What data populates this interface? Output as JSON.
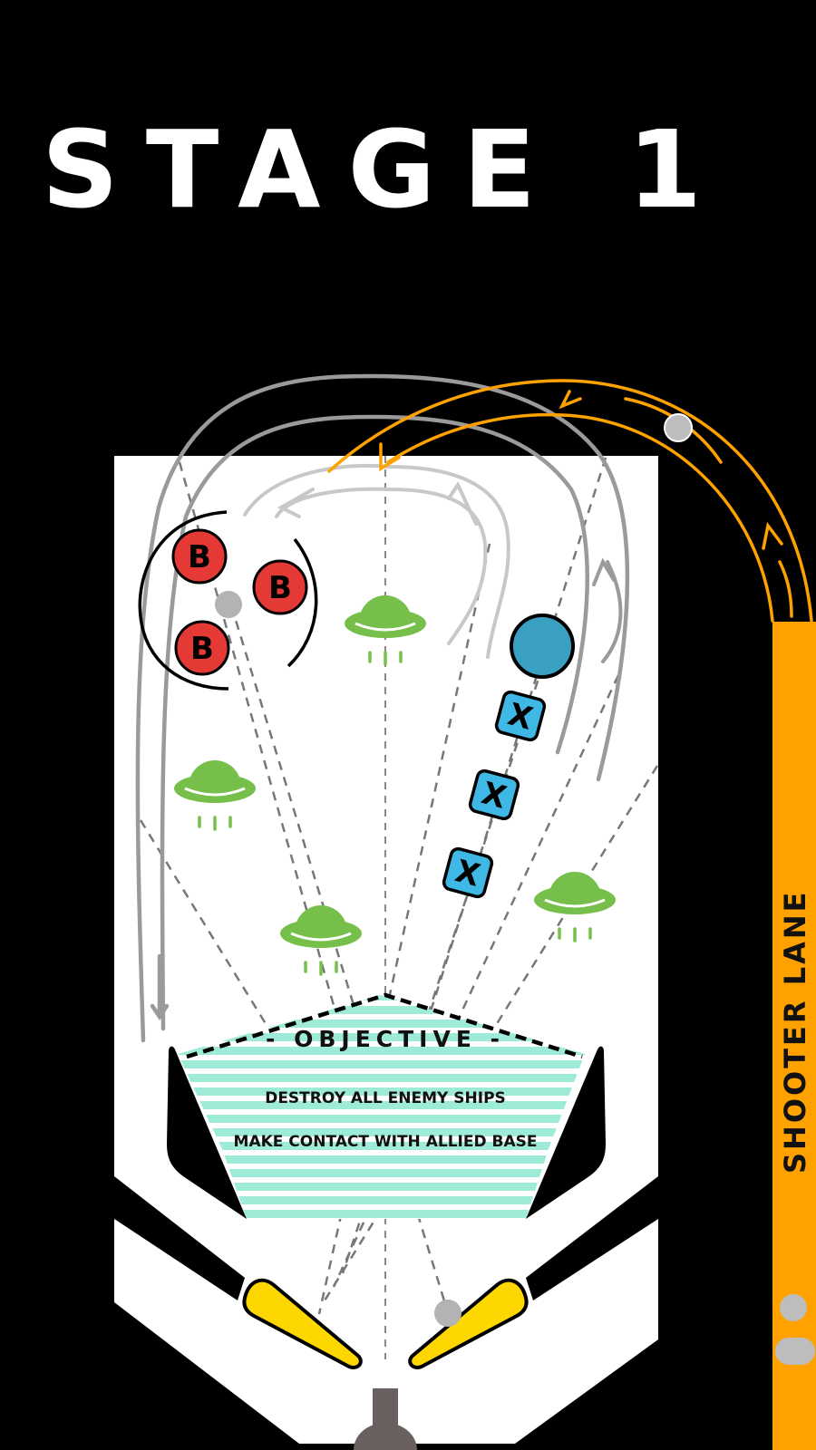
{
  "stage": {
    "title": "STAGE 1"
  },
  "objective": {
    "heading": "- OBJECTIVE -",
    "lines": [
      "DESTROY ALL ENEMY SHIPS",
      "MAKE CONTACT WITH ALLIED BASE"
    ]
  },
  "shooter_lane": {
    "label": "SHOOTER LANE"
  },
  "bumpers": {
    "label": "B",
    "count": 3
  },
  "drop_targets": {
    "label": "X",
    "count": 3
  },
  "enemy_ships": {
    "count": 4,
    "icon": "ufo-icon"
  },
  "colors": {
    "background": "#000000",
    "playfield": "#ffffff",
    "bumper_red": "#e53935",
    "target_blue": "#3fb8e6",
    "base_blue": "#3aa0c2",
    "ufo_green": "#76bf4a",
    "orange_lane": "#ffa200",
    "flipper_yellow": "#ffd700",
    "objective_stripe": "#9eecd8",
    "rail_grey": "#9a9a9a",
    "ball_grey": "#b3b3b3"
  }
}
